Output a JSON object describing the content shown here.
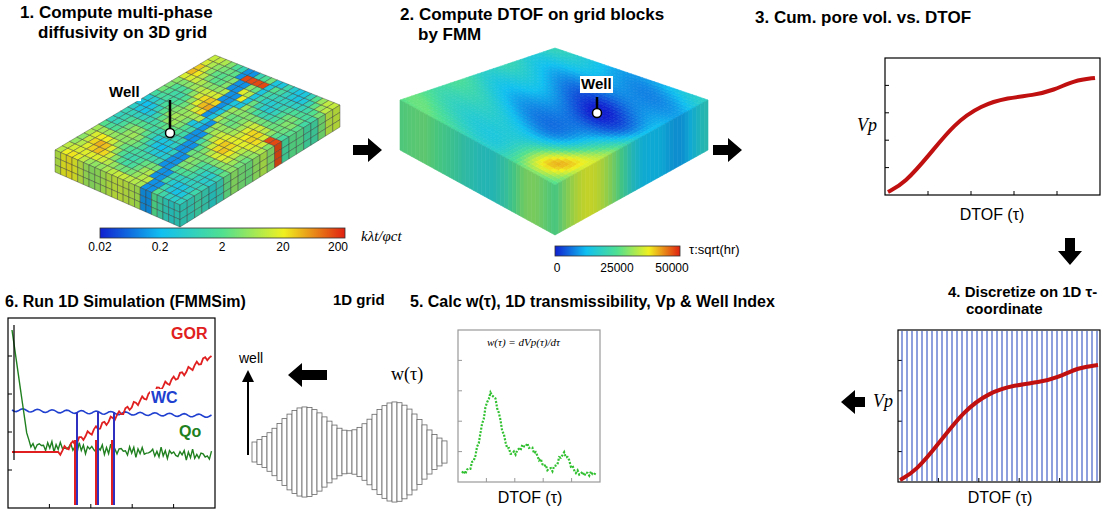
{
  "diagram": {
    "nodes": [
      {
        "text": [
          "1. Compute multi-phase diffusivity on 3D grid"
        ]
      },
      {
        "text": [
          "2. Compute DTOF on grid blocks by FMM"
        ]
      },
      {
        "text": [
          "3. Cum. pore vol. vs. DTOF"
        ]
      },
      {
        "text": [
          "4. Discretize on 1D τ-coordinate"
        ]
      },
      {
        "text": [
          "5. Calc w(τ), 1D transmissibility, Vp & Well Index"
        ]
      },
      {
        "text": [
          "6. Run 1D Simulation (FMMSim)"
        ]
      }
    ],
    "edges": [
      {
        "from": 0,
        "to": 1,
        "arrow": "to"
      },
      {
        "from": 1,
        "to": 2,
        "arrow": "to"
      },
      {
        "from": 2,
        "to": 3,
        "arrow": "to"
      },
      {
        "from": 3,
        "to": 4,
        "arrow": "to"
      },
      {
        "from": 4,
        "to": 5,
        "arrow": "to"
      }
    ],
    "labels": [
      "Well",
      "0.02",
      "0.2",
      "2",
      "20",
      "200",
      "kλt/φct",
      "Well",
      "0",
      "25000",
      "50000",
      "τ:sqrt(hr)",
      "Vp",
      "DTOF (τ)",
      "Vp",
      "DTOF (τ)",
      "w(τ)",
      "w(τ) = dVp(τ)/dτ",
      "DTOF (τ)",
      "1D grid",
      "well",
      "GOR",
      "WC",
      "Qo"
    ]
  }
}
